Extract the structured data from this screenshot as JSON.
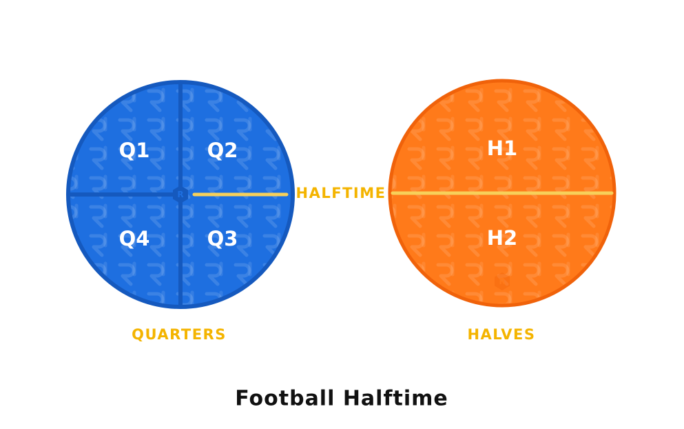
{
  "colors": {
    "quarters_fill": "#1E6FE0",
    "quarters_border": "#1559BE",
    "halves_fill": "#FF7A1A",
    "halves_border": "#F0620A",
    "halftime_line": "#F7D05A",
    "accent_text": "#F4B400",
    "title_text": "#111111"
  },
  "quarters": {
    "segments": [
      "Q1",
      "Q2",
      "Q3",
      "Q4"
    ],
    "caption": "QUARTERS"
  },
  "halves": {
    "segments": [
      "H1",
      "H2"
    ],
    "caption": "HALVES"
  },
  "halftime_label": "HALFTIME",
  "title": "Football Halftime",
  "logo_letter": "R"
}
